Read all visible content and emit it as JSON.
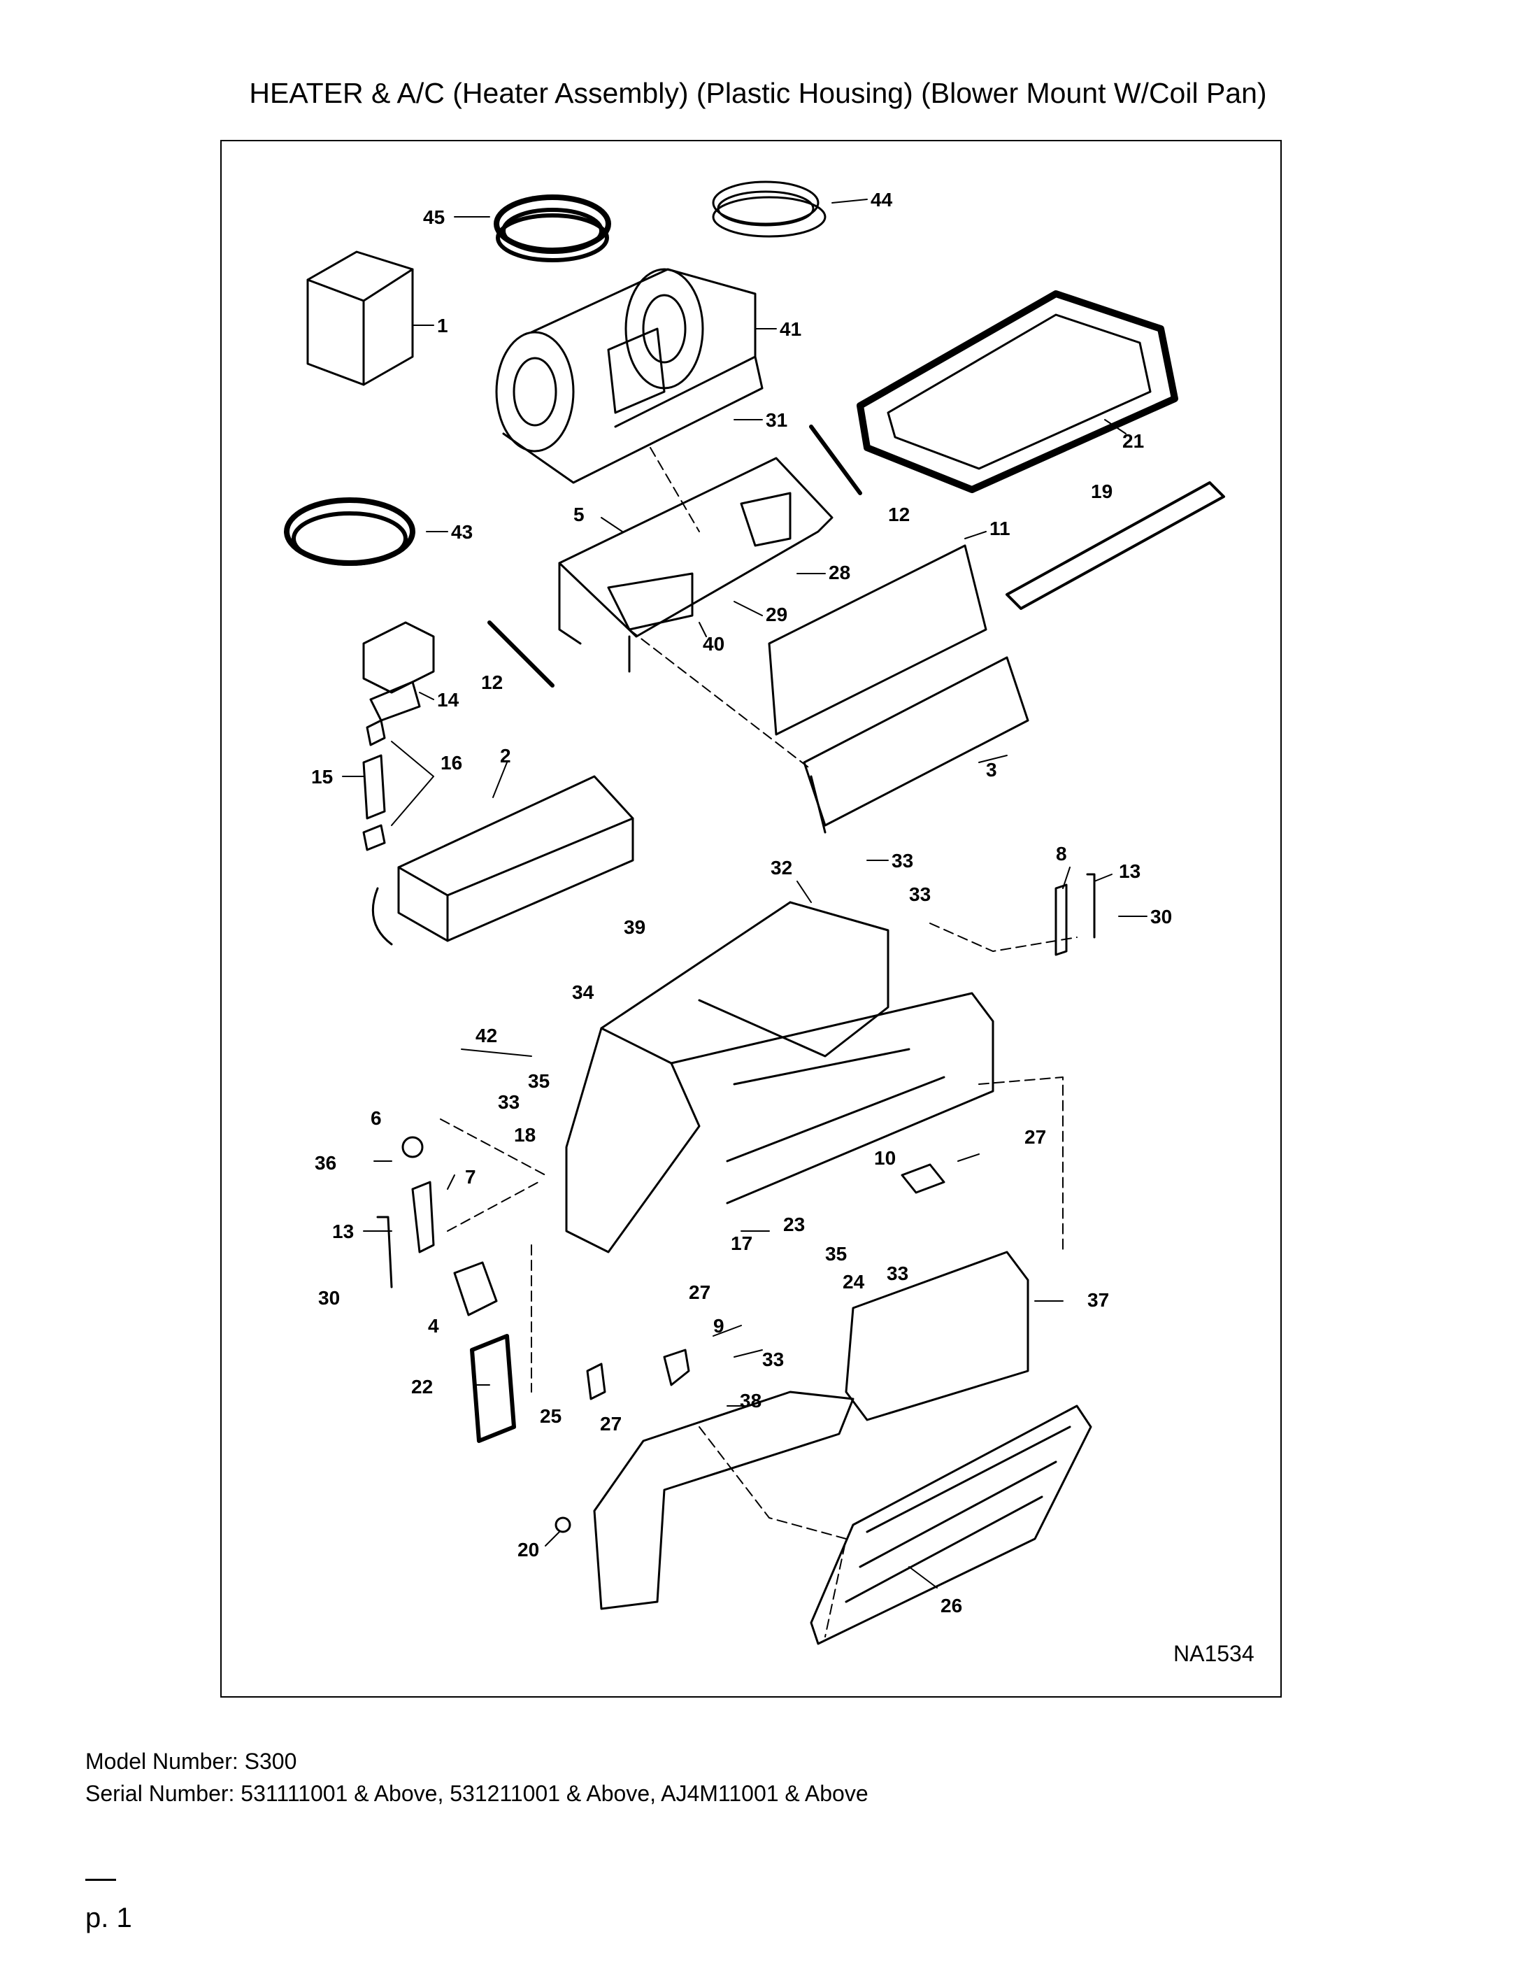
{
  "page": {
    "title": "HEATER & A/C (Heater Assembly) (Plastic Housing) (Blower Mount W/Coil Pan)",
    "model_line": "Model Number: S300",
    "serial_line": "Serial Number: 531111001 & Above, 531211001 & Above, AJ4M11001 & Above",
    "page_number": "p. 1"
  },
  "diagram": {
    "reference_code": "NA1534",
    "callouts": [
      "45",
      "44",
      "1",
      "41",
      "31",
      "21",
      "43",
      "5",
      "12",
      "11",
      "19",
      "28",
      "29",
      "40",
      "14",
      "16",
      "2",
      "15",
      "3",
      "33",
      "8",
      "13",
      "32",
      "33",
      "30",
      "39",
      "34",
      "42",
      "35",
      "33",
      "18",
      "6",
      "36",
      "7",
      "13",
      "30",
      "4",
      "27",
      "10",
      "23",
      "35",
      "17",
      "27",
      "24",
      "33",
      "37",
      "9",
      "33",
      "22",
      "25",
      "27",
      "38",
      "20",
      "26",
      "12"
    ]
  }
}
